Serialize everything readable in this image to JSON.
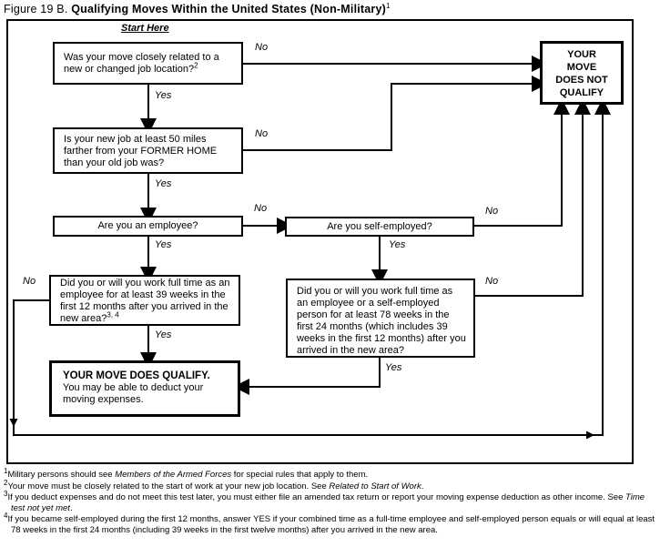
{
  "figure": {
    "label": "Figure 19 B.",
    "title": "Qualifying Moves Within the United States (Non-Military)",
    "title_footnote": "1"
  },
  "chart": {
    "start_label": "Start Here",
    "yes_label": "Yes",
    "no_label": "No",
    "boxes": {
      "q1": {
        "text": "Was your move closely related to a new or changed job location?",
        "sup": "2"
      },
      "q2": {
        "text": "Is your new job at least 50 miles farther from your FORMER HOME than your old job was?"
      },
      "q3": {
        "text": "Are you an employee?"
      },
      "q4": {
        "text": "Are you self-employed?"
      },
      "q5": {
        "text": "Did you or will you work full time as an employee for at least 39 weeks in the first 12 months after you arrived in the new area?",
        "sup": "3, 4"
      },
      "q6": {
        "text": "Did you or will you work full time as an employee or a self-employed person for at least 78 weeks in the first 24 months (which includes 39 weeks in the first 12 months) after you arrived in the new area?"
      },
      "qualify": {
        "title": "YOUR MOVE DOES QUALIFY.",
        "text": "You may be able to deduct your moving expenses."
      },
      "notqualify": {
        "lines": [
          "YOUR",
          "MOVE",
          "DOES NOT",
          "QUALIFY"
        ]
      }
    }
  },
  "footnotes": [
    {
      "marker": "1",
      "parts": [
        {
          "text": "Military persons should see "
        },
        {
          "text": "Members of the Armed Forces",
          "italic": true
        },
        {
          "text": " for special rules that apply to them."
        }
      ]
    },
    {
      "marker": "2",
      "parts": [
        {
          "text": "Your move must be closely related to the start of work at your new job location. See "
        },
        {
          "text": "Related to Start of Work",
          "italic": true
        },
        {
          "text": "."
        }
      ]
    },
    {
      "marker": "3",
      "parts": [
        {
          "text": "If you deduct expenses and do not meet this test later, you must either file an amended tax return or report your moving expense deduction as other income. See "
        },
        {
          "text": "Time test not yet met",
          "italic": true
        },
        {
          "text": "."
        }
      ]
    },
    {
      "marker": "4",
      "parts": [
        {
          "text": "If you became self-employed during the first 12 months, answer YES if your combined time as a full-time employee and self-employed person equals or will equal at least 78 weeks in the first 24 months (including 39 weeks in the first twelve months) after you arrived in the new area."
        }
      ]
    }
  ]
}
